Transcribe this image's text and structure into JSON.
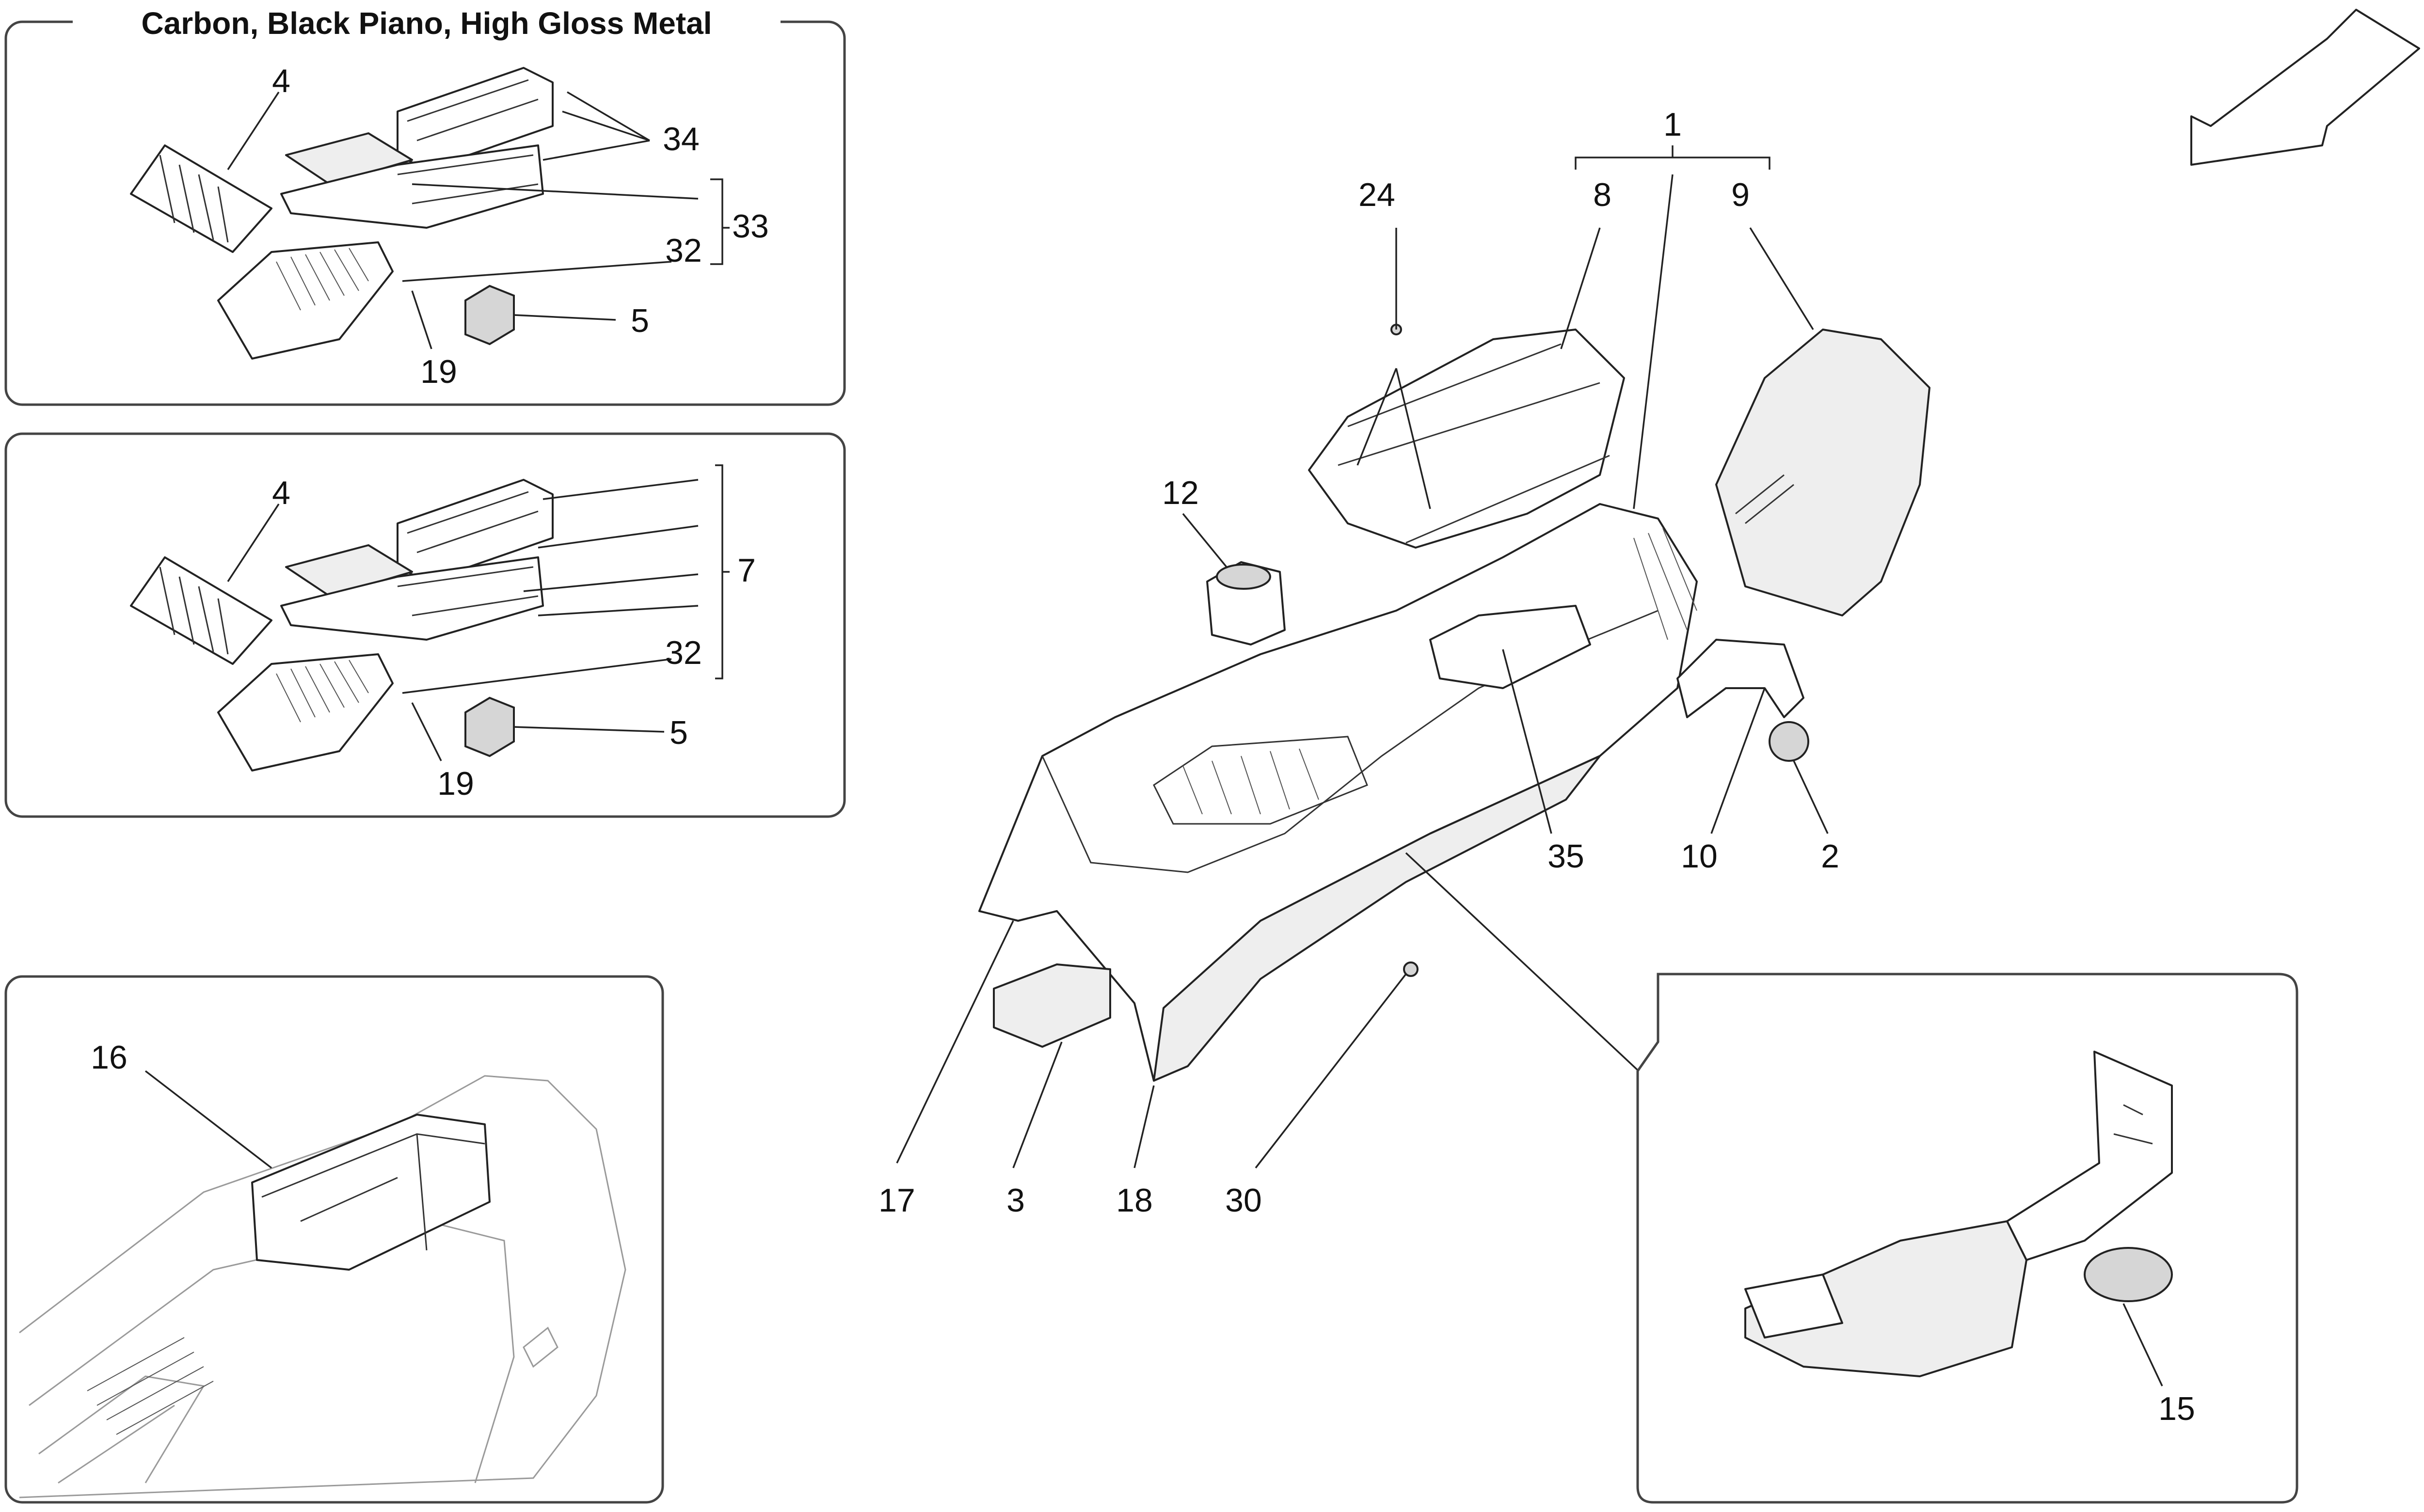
{
  "panels": {
    "variant_title": "Carbon, Black Piano, High Gloss Metal"
  },
  "callouts": {
    "p1_4": "4",
    "p1_34": "34",
    "p1_33": "33",
    "p1_32": "32",
    "p1_5": "5",
    "p1_19": "19",
    "p2_4": "4",
    "p2_7": "7",
    "p2_32": "32",
    "p2_5": "5",
    "p2_19": "19",
    "p3_16": "16",
    "m_1": "1",
    "m_8": "8",
    "m_9": "9",
    "m_24": "24",
    "m_12": "12",
    "m_35": "35",
    "m_10": "10",
    "m_2": "2",
    "m_17": "17",
    "m_3": "3",
    "m_18": "18",
    "m_30": "30",
    "p4_15": "15"
  },
  "icons": {
    "direction": "direction-arrow-icon"
  }
}
